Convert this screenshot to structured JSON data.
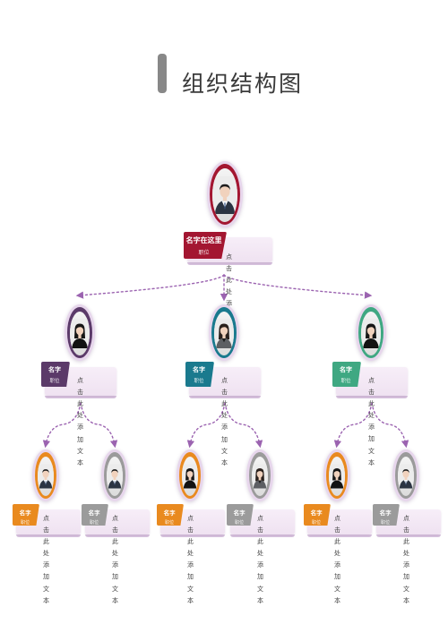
{
  "title": "组织结构图",
  "palette": {
    "root": "#a31631",
    "purple": "#5b3a69",
    "teal": "#1a7a8e",
    "green": "#3fa882",
    "orange": "#e98a1f",
    "gray": "#9b9b9b",
    "connector": "#9b63b0"
  },
  "root": {
    "name": "名字在这里",
    "role": "职位",
    "desc": "点击此处添加文本",
    "photo": "man-in-suit"
  },
  "managers": [
    {
      "name": "名字",
      "role": "职位",
      "desc_line1": "点击此处添",
      "desc_line2": "加文本",
      "color": "purple",
      "photo": "woman-black-top"
    },
    {
      "name": "名字",
      "role": "职位",
      "desc_line1": "点击此处添",
      "desc_line2": "加文本",
      "color": "teal",
      "photo": "woman-gray-blazer"
    },
    {
      "name": "名字",
      "role": "职位",
      "desc_line1": "点击此处添加",
      "desc_line2": "文本",
      "color": "green",
      "photo": "woman-black-top"
    }
  ],
  "staff": [
    {
      "name": "名字",
      "role": "职位",
      "desc_line1": "点击此处添加",
      "desc_line2": "文本",
      "color": "orange",
      "photo": "man-in-suit"
    },
    {
      "name": "名字",
      "role": "职位",
      "desc_line1": "点击此处添加",
      "desc_line2": "文本",
      "color": "gray",
      "photo": "man-in-suit"
    },
    {
      "name": "名字",
      "role": "职位",
      "desc_line1": "点击此处添加",
      "desc_line2": "文本",
      "color": "orange",
      "photo": "woman-black-top"
    },
    {
      "name": "名字",
      "role": "职位",
      "desc_line1": "点击此处添加",
      "desc_line2": "文本",
      "color": "gray",
      "photo": "woman-gray-blazer"
    },
    {
      "name": "名字",
      "role": "职位",
      "desc_line1": "点击此处添加",
      "desc_line2": "文本",
      "color": "orange",
      "photo": "woman-black-top"
    },
    {
      "name": "名字",
      "role": "职位",
      "desc_line1": "点击此处添加",
      "desc_line2": "文本",
      "color": "gray",
      "photo": "man-in-suit"
    }
  ]
}
